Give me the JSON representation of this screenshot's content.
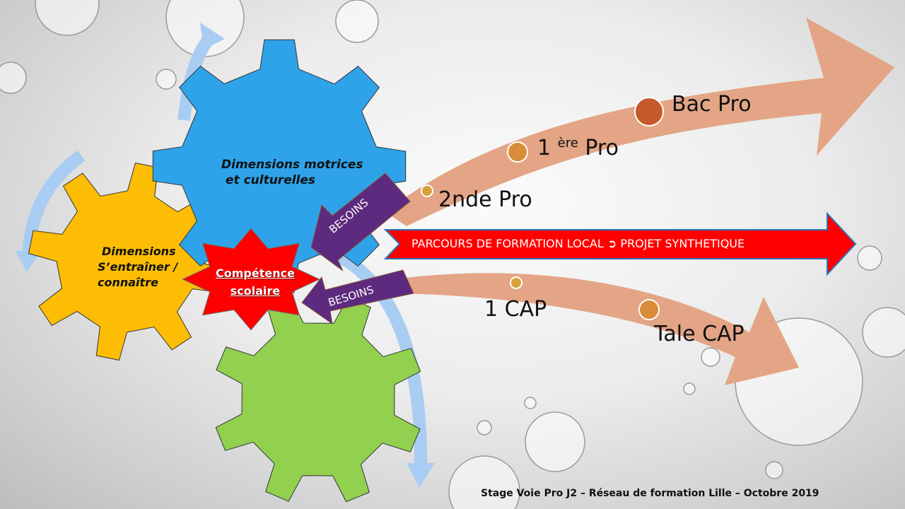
{
  "gears": {
    "blue": {
      "label_line1": "Dimensions motrices",
      "label_line2": "et culturelles",
      "color": "#2ea3ea"
    },
    "yellow": {
      "label_line1": "Dimensions",
      "label_line2": "S’entraîner /",
      "label_line3": "connaître",
      "color": "#fcbd04"
    },
    "green": {
      "color": "#92d050"
    }
  },
  "center": {
    "line1": "Compétence",
    "line2": "scolaire",
    "color": "#ff0000"
  },
  "needs": {
    "upper": "BESOINS",
    "lower": "BESOINS",
    "color": "#5c2a7e"
  },
  "main_arrow": {
    "label": "PARCOURS DE FORMATION LOCAL ➲ PROJET SYNTHETIQUE",
    "color": "#ff0000"
  },
  "bac_path": {
    "levels": [
      "2nde Pro",
      "1",
      "ère",
      "Pro",
      "Bac Pro"
    ],
    "color": "#e3a585"
  },
  "cap_path": {
    "levels": [
      "1 CAP",
      "Tale CAP"
    ]
  },
  "footer": "Stage Voie Pro J2 – Réseau de formation Lille – Octobre 2019"
}
